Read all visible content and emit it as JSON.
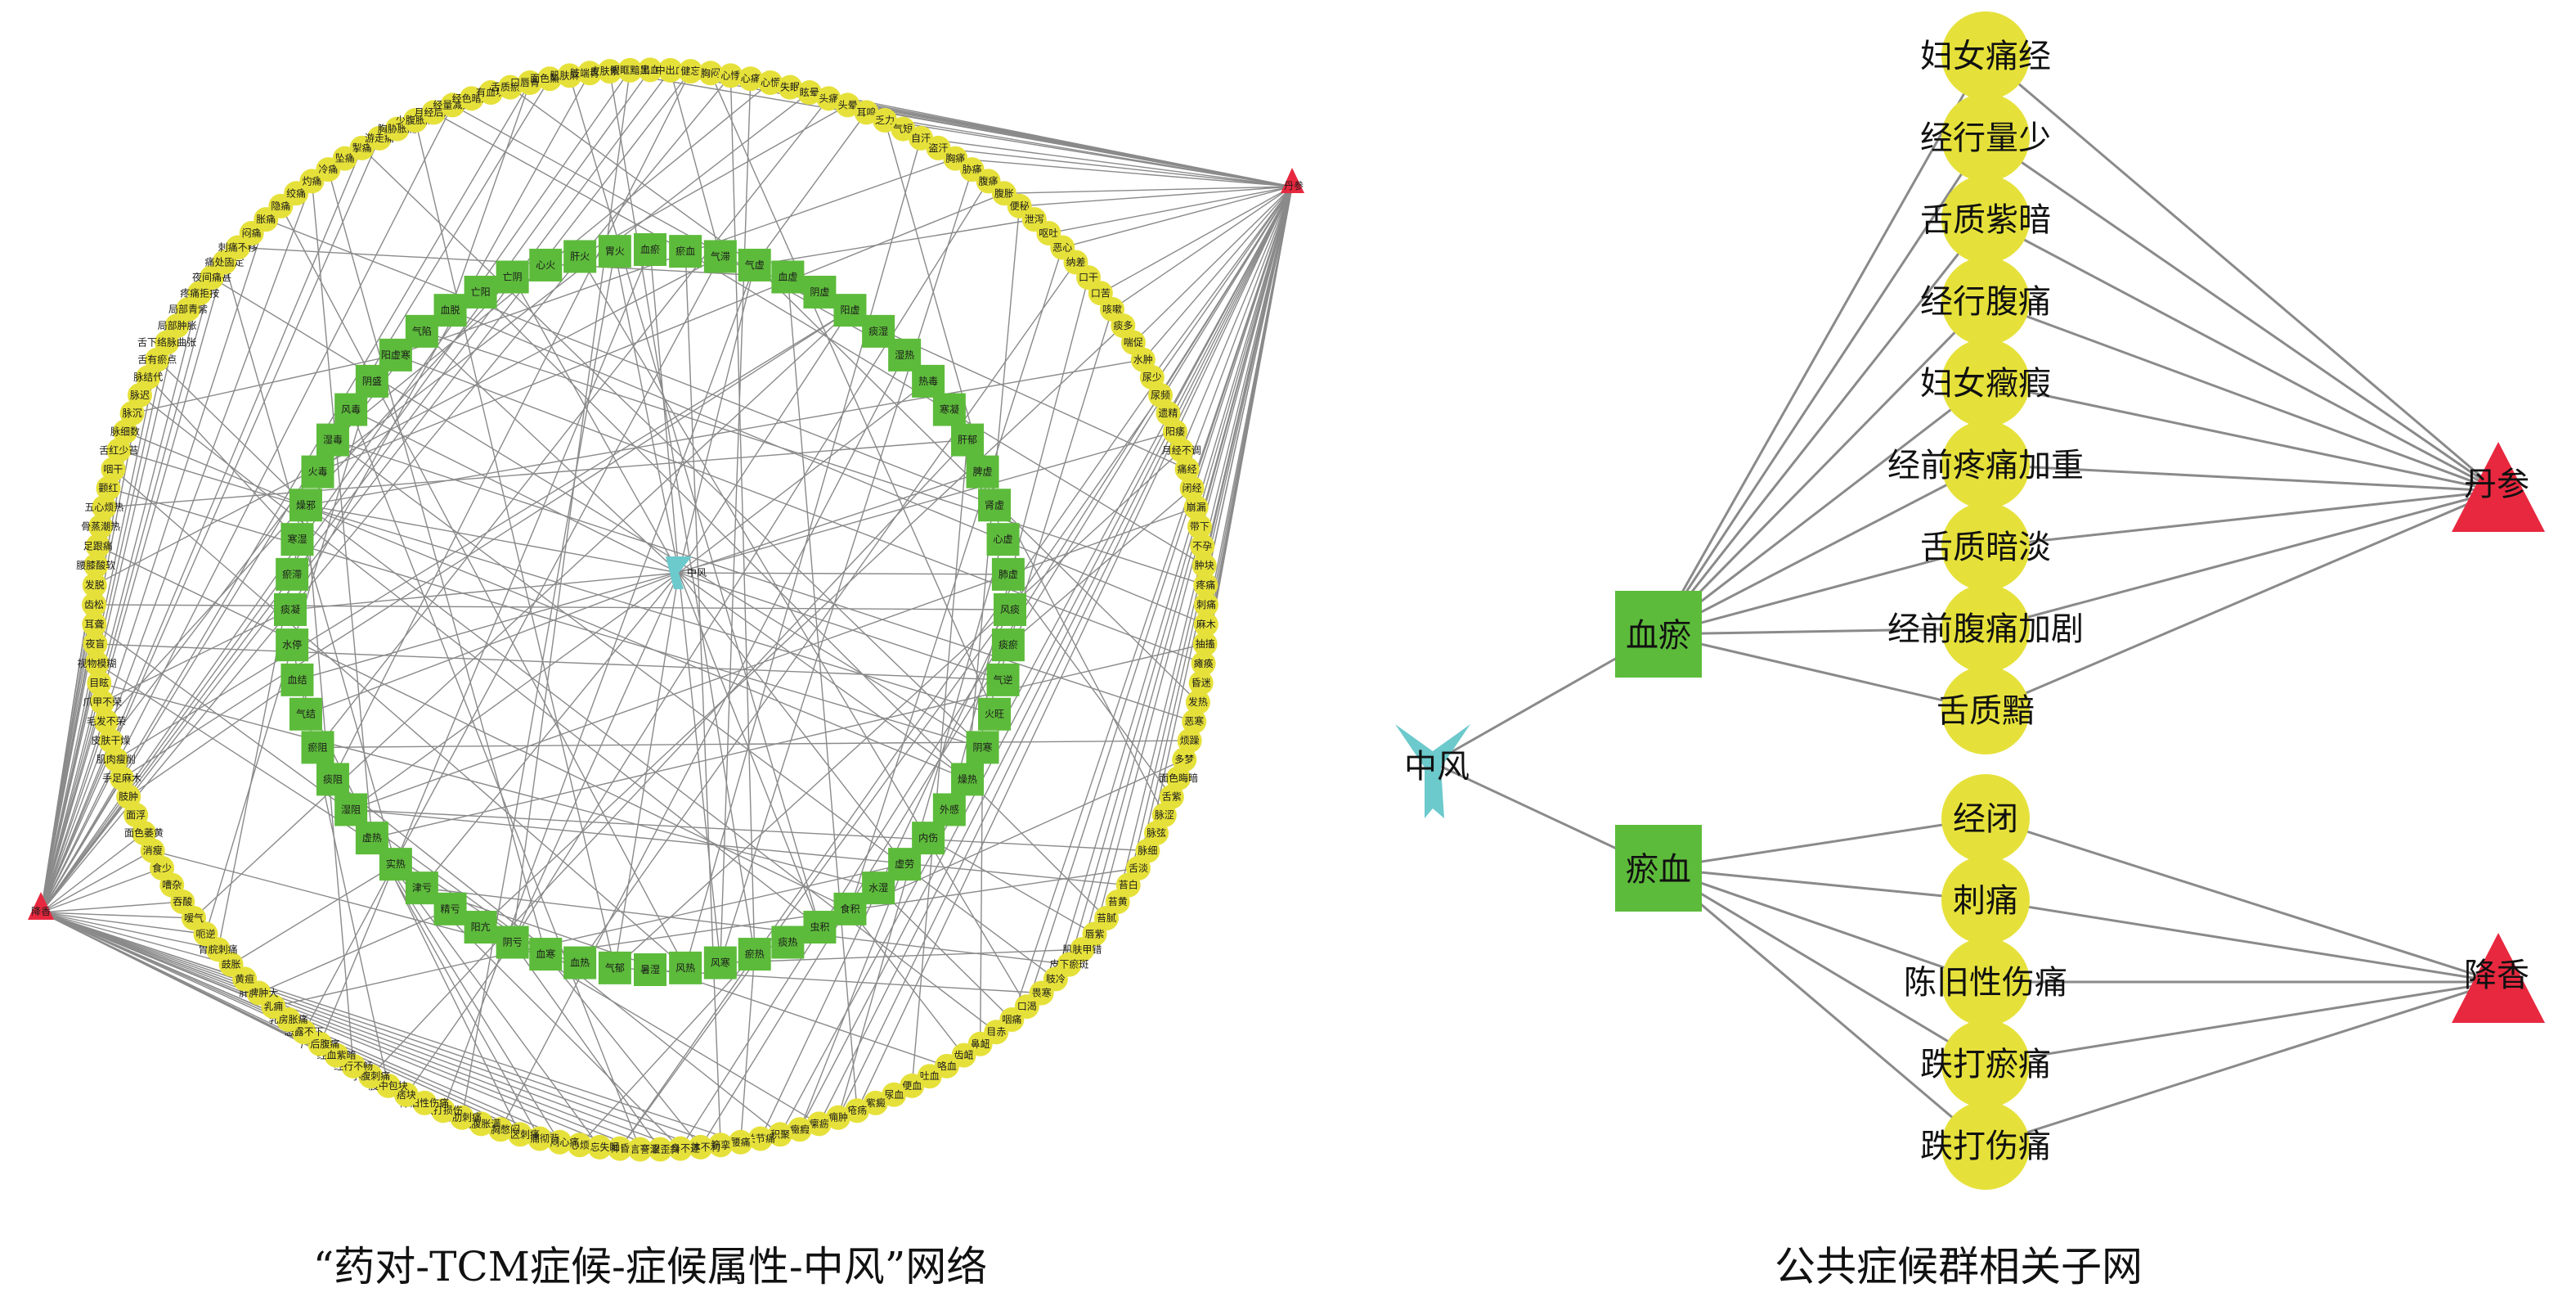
{
  "colors": {
    "edge": "#8a8a8a",
    "symptom_fill": "#e6e13a",
    "syndrome_fill": "#5dbb3b",
    "herb_fill": "#e8283f",
    "disease_fill": "#6cc9cc"
  },
  "left_network": {
    "caption": "“药对-TCM症候-症候属性-中风”网络",
    "herbs": [
      "丹参",
      "降香"
    ],
    "disease": "中风",
    "syndrome_labels": [
      "血瘀",
      "瘀血",
      "气滞",
      "气虚",
      "血虚",
      "阴虚",
      "阳虚",
      "痰湿",
      "湿热",
      "热毒",
      "寒凝",
      "肝郁",
      "脾虚",
      "肾虚",
      "心虚",
      "肺虚",
      "风痰",
      "痰瘀",
      "气逆",
      "火旺",
      "阴寒",
      "燥热",
      "外感",
      "内伤",
      "虚劳",
      "水湿",
      "食积",
      "虫积",
      "痰热",
      "瘀热",
      "风寒",
      "风热",
      "暑湿",
      "气郁",
      "血热",
      "血寒",
      "阴亏",
      "阳亢",
      "精亏",
      "津亏",
      "实热",
      "虚热",
      "湿阻",
      "痰阻",
      "瘀阻",
      "气结",
      "血结",
      "水停",
      "痰凝",
      "瘀滞",
      "寒湿",
      "燥邪",
      "火毒",
      "湿毒",
      "风毒",
      "阴盛",
      "阳虚寒",
      "气陷",
      "血脱",
      "亡阳",
      "亡阴",
      "心火",
      "肝火",
      "胃火"
    ],
    "symptom_labels": [
      "出血",
      "中出血",
      "健忘",
      "胸闷",
      "心悸",
      "心痛",
      "心慌",
      "失眠",
      "眩晕",
      "头痛",
      "头晕",
      "耳鸣",
      "乏力",
      "气短",
      "自汗",
      "盗汗",
      "胸痛",
      "胁痛",
      "腹痛",
      "腹胀",
      "便秘",
      "泄泻",
      "呕吐",
      "恶心",
      "纳差",
      "口干",
      "口苦",
      "咳嗽",
      "痰多",
      "喘促",
      "水肿",
      "尿少",
      "尿频",
      "遗精",
      "阳痿",
      "月经不调",
      "痛经",
      "闭经",
      "崩漏",
      "带下",
      "不孕",
      "肿块",
      "疼痛",
      "刺痛",
      "麻木",
      "抽搐",
      "瘫痪",
      "昏迷",
      "发热",
      "恶寒",
      "烦躁",
      "多梦",
      "面色晦暗",
      "舌紫",
      "脉涩",
      "脉弦",
      "脉细",
      "舌淡",
      "苔白",
      "苔黄",
      "苔腻",
      "唇紫",
      "肌肤甲错",
      "皮下瘀斑",
      "肢冷",
      "畏寒",
      "口渴",
      "咽痛",
      "目赤",
      "鼻衄",
      "齿衄",
      "咯血",
      "吐血",
      "便血",
      "尿血",
      "紫癜",
      "疮疡",
      "痈肿",
      "瘰疬",
      "癥瘕",
      "积聚",
      "关节痛",
      "腰痛",
      "筋挛",
      "肢体不利",
      "半身不遂",
      "口眼歪斜",
      "语言謇涩",
      "神昏",
      "健忘失眠",
      "心烦",
      "胸闷心痛",
      "心痛彻背",
      "心区刺痛",
      "心胸憋闷",
      "脘腹胀满",
      "胁肋刺痛",
      "跌打损伤",
      "陈旧性伤痛",
      "痞块",
      "腹中包块",
      "小腹刺痛",
      "经行不畅",
      "经血紫暗",
      "产后腹痛",
      "恶露不下",
      "乳房胀痛",
      "乳痈",
      "肝脾肿大",
      "黄疸",
      "鼓胀",
      "胃脘刺痛",
      "呃逆",
      "嗳气",
      "吞酸",
      "嘈杂",
      "食少",
      "消瘦",
      "面色萎黄",
      "面浮",
      "肢肿",
      "手足麻木",
      "肌肉瘦削",
      "皮肤干燥",
      "毛发不荣",
      "爪甲不荣",
      "目眩",
      "视物模糊",
      "夜盲",
      "耳聋",
      "齿松",
      "发脱",
      "腰膝酸软",
      "足跟痛",
      "骨蒸潮热",
      "五心烦热",
      "颧红",
      "咽干",
      "舌红少苔",
      "脉细数",
      "脉沉",
      "脉迟",
      "脉结代",
      "舌有瘀点",
      "舌下络脉曲张",
      "局部肿胀",
      "局部青紫",
      "疼痛拒按",
      "夜间痛甚",
      "痛处固定",
      "刺痛不移",
      "闷痛",
      "胀痛",
      "隐痛",
      "绞痛",
      "灼痛",
      "冷痛",
      "坠痛",
      "掣痛",
      "游走痛",
      "胸胁胀痛",
      "少腹胀痛",
      "月经后期",
      "经量减少",
      "经色暗红",
      "有血块",
      "舌质瘀斑",
      "口唇青紫",
      "面色黧黑",
      "肌肤麻木",
      "肢端青紫",
      "皮肤紫斑",
      "眼眶黯黑"
    ],
    "symptom_labels_visible_note": ""
  },
  "right_network": {
    "caption": "公共症候群相关子网",
    "disease": "中风",
    "syndromes": [
      "血瘀",
      "瘀血"
    ],
    "herbs": [
      "丹参",
      "降香"
    ],
    "symptoms_group1": [
      "妇女痛经",
      "经行量少",
      "舌质紫暗",
      "经行腹痛",
      "妇女癥瘕",
      "经前疼痛加重",
      "舌质暗淡",
      "经前腹痛加剧",
      "舌质黯"
    ],
    "symptoms_group2": [
      "经闭",
      "刺痛",
      "陈旧性伤痛",
      "跌打瘀痛",
      "跌打伤痛"
    ]
  }
}
